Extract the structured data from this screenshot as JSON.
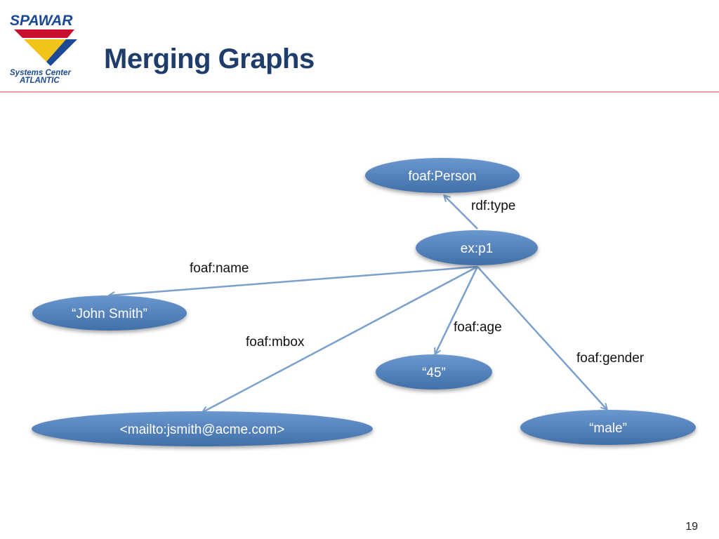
{
  "slide": {
    "title": "Merging Graphs",
    "page_number": "19"
  },
  "logo": {
    "wordmark": "SPAWAR",
    "line1": "Systems Center",
    "line2": "ATLANTIC"
  },
  "colors": {
    "title": "#1f3d6b",
    "node_fill": "#4f81bd",
    "node_text": "#ffffff",
    "edge": "#7ba0cc",
    "rule": "#e8a0a6",
    "logo_red": "#c8102e",
    "logo_yellow": "#f2c418",
    "logo_blue": "#1b4a93"
  },
  "diagram": {
    "nodes": {
      "person": "foaf:Person",
      "p1": "ex:p1",
      "name": "“John Smith”",
      "age": "“45”",
      "mbox": "<mailto:jsmith@acme.com>",
      "gender": "“male”"
    },
    "edges": {
      "type": "rdf:type",
      "name": "foaf:name",
      "mbox": "foaf:mbox",
      "age": "foaf:age",
      "gender": "foaf:gender"
    }
  }
}
